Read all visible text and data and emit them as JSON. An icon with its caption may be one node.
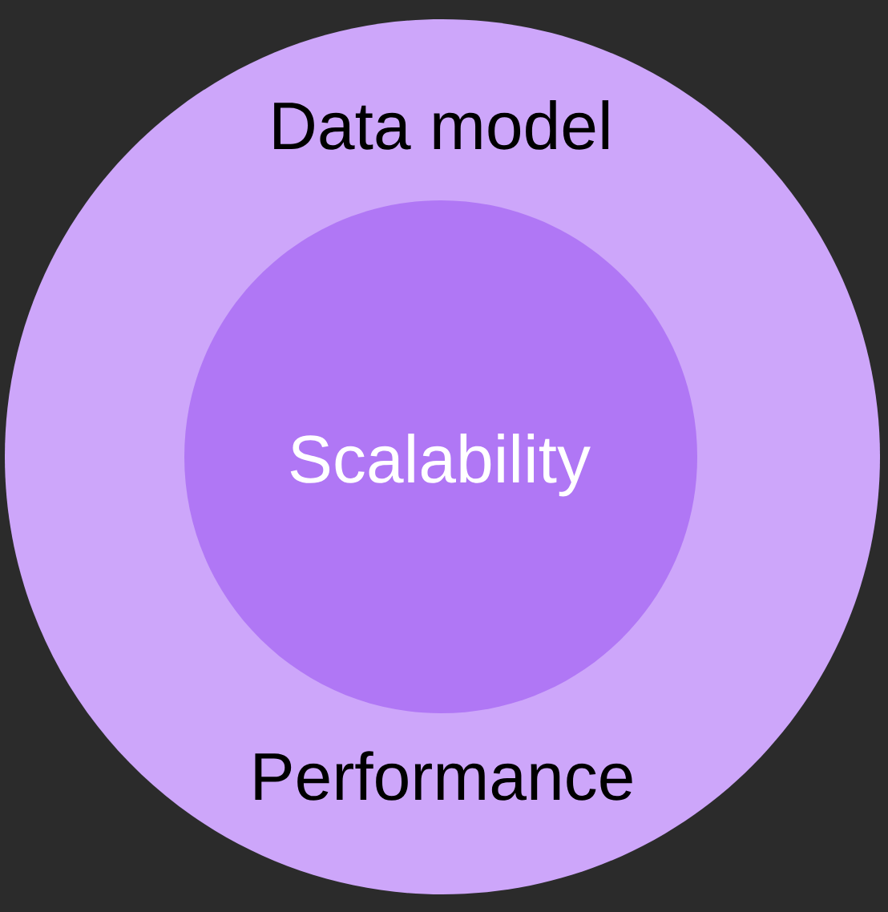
{
  "diagram": {
    "nodes": [
      {
        "text": [
          "Data model",
          "Performance"
        ]
      },
      {
        "text": [
          "Scalability"
        ],
        "in": 0
      }
    ]
  }
}
